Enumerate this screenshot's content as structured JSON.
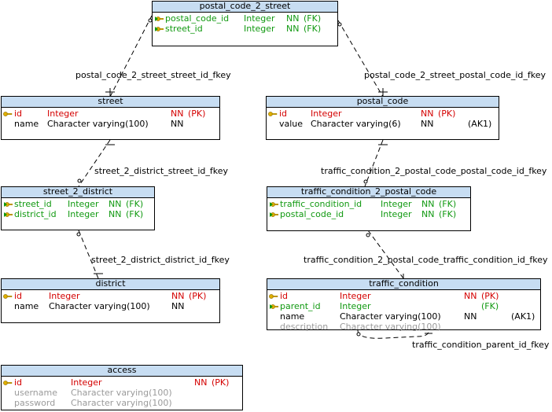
{
  "entities": {
    "postal_code_2_street": {
      "name": "postal_code_2_street",
      "rows": [
        {
          "col": "postal_code_id",
          "type": "Integer",
          "nn": "NN",
          "key": "(FK)",
          "kind": "fk"
        },
        {
          "col": "street_id",
          "type": "Integer",
          "nn": "NN",
          "key": "(FK)",
          "kind": "fk"
        }
      ]
    },
    "street": {
      "name": "street",
      "rows": [
        {
          "col": "id",
          "type": "Integer",
          "nn": "NN",
          "key": "(PK)",
          "kind": "pk"
        },
        {
          "col": "name",
          "type": "Character varying(100)",
          "nn": "NN",
          "key": "",
          "kind": "plain"
        }
      ]
    },
    "postal_code": {
      "name": "postal_code",
      "rows": [
        {
          "col": "id",
          "type": "Integer",
          "nn": "NN",
          "key": "(PK)",
          "kind": "pk",
          "extra": ""
        },
        {
          "col": "value",
          "type": "Character varying(6)",
          "nn": "NN",
          "key": "",
          "kind": "plain",
          "extra": "(AK1)"
        }
      ]
    },
    "street_2_district": {
      "name": "street_2_district",
      "rows": [
        {
          "col": "street_id",
          "type": "Integer",
          "nn": "NN",
          "key": "(FK)",
          "kind": "fk"
        },
        {
          "col": "district_id",
          "type": "Integer",
          "nn": "NN",
          "key": "(FK)",
          "kind": "fk"
        }
      ]
    },
    "traffic_condition_2_postal_code": {
      "name": "traffic_condition_2_postal_code",
      "rows": [
        {
          "col": "traffic_condition_id",
          "type": "Integer",
          "nn": "NN",
          "key": "(FK)",
          "kind": "fk"
        },
        {
          "col": "postal_code_id",
          "type": "Integer",
          "nn": "NN",
          "key": "(FK)",
          "kind": "fk"
        }
      ]
    },
    "district": {
      "name": "district",
      "rows": [
        {
          "col": "id",
          "type": "Integer",
          "nn": "NN",
          "key": "(PK)",
          "kind": "pk"
        },
        {
          "col": "name",
          "type": "Character varying(100)",
          "nn": "NN",
          "key": "",
          "kind": "plain"
        }
      ]
    },
    "traffic_condition": {
      "name": "traffic_condition",
      "rows": [
        {
          "col": "id",
          "type": "Integer",
          "nn": "NN",
          "key": "(PK)",
          "kind": "pk",
          "extra": ""
        },
        {
          "col": "parent_id",
          "type": "Integer",
          "nn": "",
          "key": "(FK)",
          "kind": "fk",
          "extra": ""
        },
        {
          "col": "name",
          "type": "Character varying(100)",
          "nn": "NN",
          "key": "",
          "kind": "plain",
          "extra": "(AK1)"
        },
        {
          "col": "description",
          "type": "Character varying(100)",
          "nn": "",
          "key": "",
          "kind": "gray",
          "extra": ""
        }
      ]
    },
    "access": {
      "name": "access",
      "rows": [
        {
          "col": "id",
          "type": "Integer",
          "nn": "NN",
          "key": "(PK)",
          "kind": "pk"
        },
        {
          "col": "username",
          "type": "Character varying(100)",
          "nn": "",
          "key": "",
          "kind": "gray"
        },
        {
          "col": "password",
          "type": "Character varying(100)",
          "nn": "",
          "key": "",
          "kind": "gray"
        }
      ]
    }
  },
  "relations": {
    "postal_code_2_street_street_id_fkey": "postal_code_2_street_street_id_fkey",
    "postal_code_2_street_postal_code_id_fkey": "postal_code_2_street_postal_code_id_fkey",
    "street_2_district_street_id_fkey": "street_2_district_street_id_fkey",
    "traffic_condition_2_postal_code_postal_code_id_fkey": "traffic_condition_2_postal_code_postal_code_id_fkey",
    "street_2_district_district_id_fkey": "street_2_district_district_id_fkey",
    "traffic_condition_2_postal_code_traffic_condition_id_fkey": "traffic_condition_2_postal_code_traffic_condition_id_fkey",
    "traffic_condition_parent_id_fkey": "traffic_condition_parent_id_fkey"
  },
  "colors": {
    "header": "#c7ddf2",
    "pk": "#d40000",
    "fk": "#119911",
    "optional": "#9a9a9a",
    "key_icon": "#e0b000"
  }
}
